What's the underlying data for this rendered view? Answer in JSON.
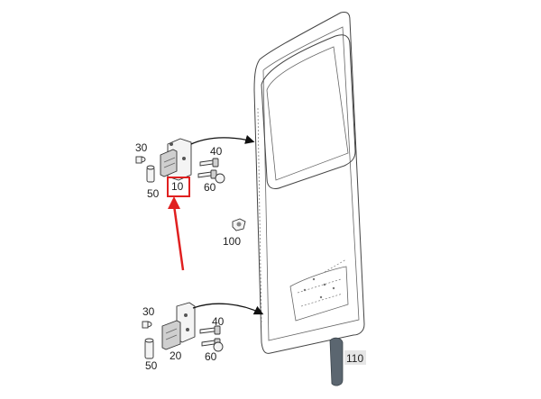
{
  "labels": {
    "p30_top": "30",
    "p40_top": "40",
    "p10": "10",
    "p50_top": "50",
    "p60_top": "60",
    "p100": "100",
    "p30_bottom": "30",
    "p40_bottom": "40",
    "p50_bottom": "50",
    "p20": "20",
    "p60_bottom": "60",
    "p110": "110"
  },
  "colors": {
    "highlight": "#e02020",
    "line": "#444444",
    "label_box_bg": "#e6e6e6"
  }
}
